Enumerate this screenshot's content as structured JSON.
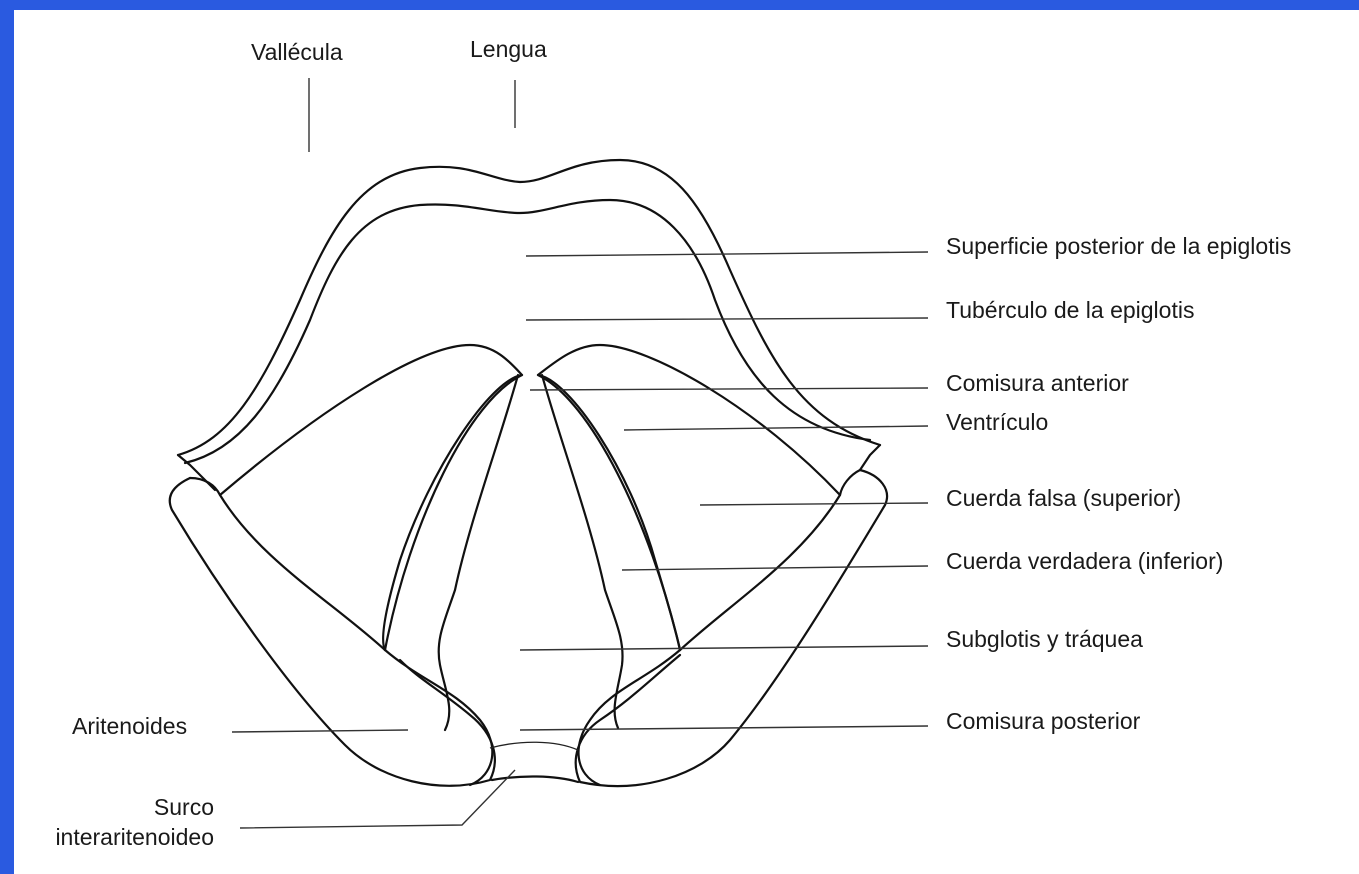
{
  "labels": {
    "vallecula": "Vallécula",
    "lengua": "Lengua",
    "superficie_posterior": "Superficie posterior de la epiglotis",
    "tuberculo": "Tubérculo de la epiglotis",
    "comisura_anterior": "Comisura anterior",
    "ventriculo": "Ventrículo",
    "cuerda_falsa": "Cuerda falsa (superior)",
    "cuerda_verdadera": "Cuerda verdadera (inferior)",
    "subglotis": "Subglotis y tráquea",
    "comisura_posterior": "Comisura posterior",
    "aritenoides": "Aritenoides",
    "surco_line1": "Surco",
    "surco_line2": "interaritenoideo"
  },
  "colors": {
    "frame": "#2a5ae0",
    "background": "#ffffff",
    "ink": "#111111"
  }
}
